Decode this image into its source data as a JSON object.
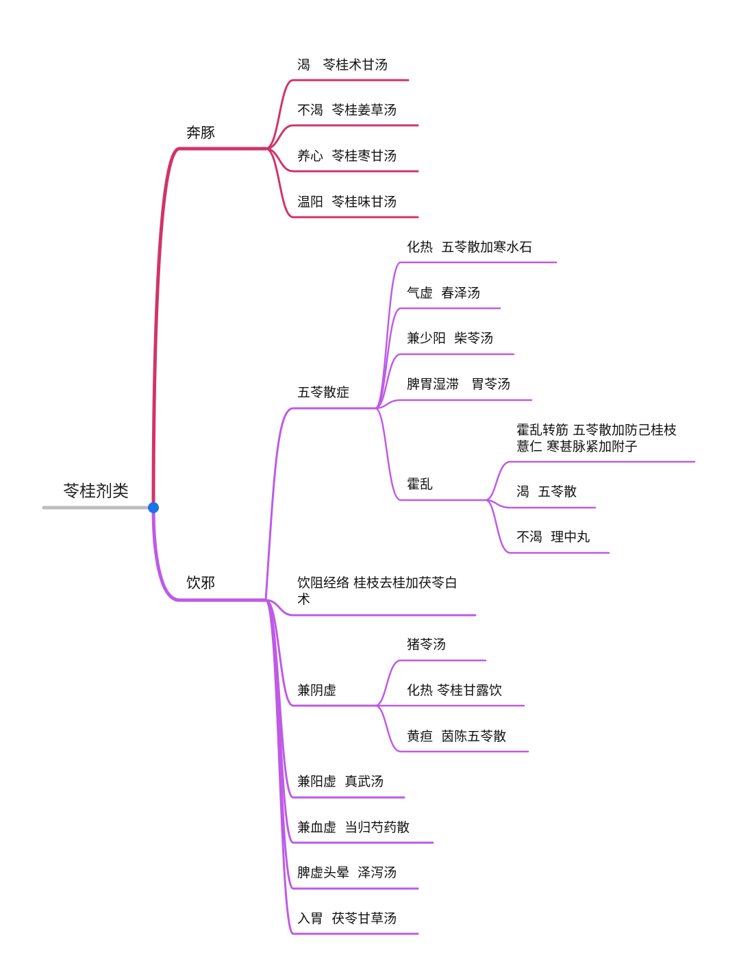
{
  "root": {
    "label": "苓桂剂类",
    "line_color": "#bdbdbd",
    "dot_color": "#1a73e8"
  },
  "colors": {
    "benchun": "#d2336a",
    "yinxie": "#bf5ae6"
  },
  "benchun": {
    "label": "奔豚",
    "items": [
      {
        "label": "渴   苓桂术甘汤"
      },
      {
        "label": "不渴  苓桂姜草汤"
      },
      {
        "label": "养心  苓桂枣甘汤"
      },
      {
        "label": "温阳  苓桂味甘汤"
      }
    ]
  },
  "yinxie": {
    "label": "饮邪",
    "wuling": {
      "label": "五苓散症",
      "items": [
        {
          "label": "化热  五苓散加寒水石"
        },
        {
          "label": "气虚  春泽汤"
        },
        {
          "label": "兼少阳  柴苓汤"
        },
        {
          "label": "脾胃湿滞   胃苓汤"
        }
      ],
      "huoluan": {
        "label": "霍乱",
        "items": [
          {
            "label": "霍乱转筋  五苓散加防己桂枝薏仁  寒甚脉紧加附子"
          },
          {
            "label": "渴  五苓散"
          },
          {
            "label": "不渴  理中丸"
          }
        ]
      }
    },
    "yinzu": {
      "label": "饮阻经络  桂枝去桂加茯苓白术"
    },
    "jianyinxu": {
      "label": "兼阴虚",
      "items": [
        {
          "label": "猪苓汤"
        },
        {
          "label": "化热 苓桂甘露饮"
        },
        {
          "label": "黄疸  茵陈五苓散"
        }
      ]
    },
    "others": [
      {
        "label": "兼阳虚  真武汤"
      },
      {
        "label": "兼血虚  当归芍药散"
      },
      {
        "label": "脾虚头晕  泽泻汤"
      },
      {
        "label": "入胃  茯苓甘草汤"
      }
    ]
  }
}
